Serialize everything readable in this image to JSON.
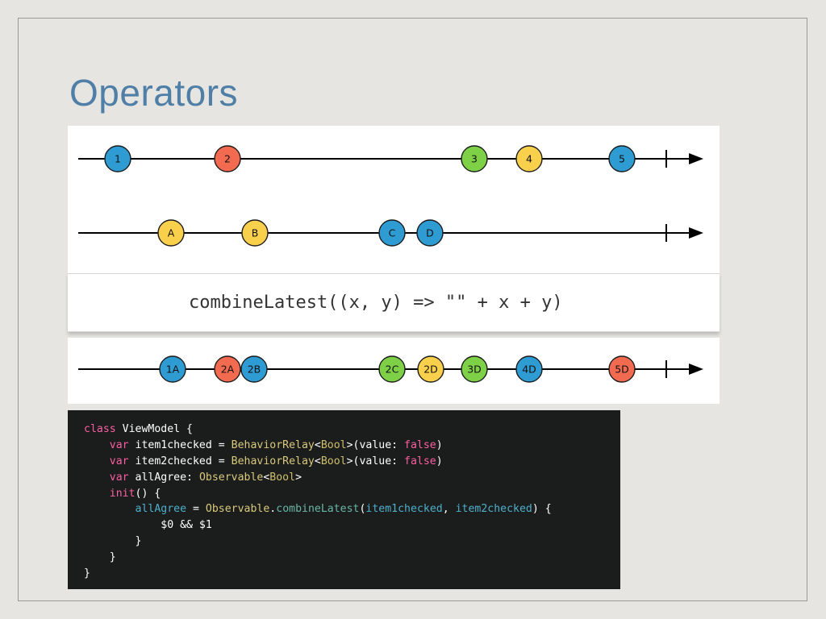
{
  "title": "Operators",
  "diagram": {
    "colors": {
      "blue": "#2e9bd2",
      "red": "#f26b50",
      "green": "#7ed047",
      "yellow": "#f9d04c",
      "line": "#000000"
    },
    "streams": [
      {
        "id": "source-numbers",
        "events": [
          {
            "label": "1",
            "color": "blue"
          },
          {
            "label": "2",
            "color": "red"
          },
          {
            "label": "3",
            "color": "green"
          },
          {
            "label": "4",
            "color": "yellow"
          },
          {
            "label": "5",
            "color": "blue"
          }
        ]
      },
      {
        "id": "source-letters",
        "events": [
          {
            "label": "A",
            "color": "yellow"
          },
          {
            "label": "B",
            "color": "yellow"
          },
          {
            "label": "C",
            "color": "blue"
          },
          {
            "label": "D",
            "color": "blue"
          }
        ]
      },
      {
        "id": "result",
        "events": [
          {
            "label": "1A",
            "color": "blue"
          },
          {
            "label": "2A",
            "color": "red"
          },
          {
            "label": "2B",
            "color": "blue"
          },
          {
            "label": "2C",
            "color": "green"
          },
          {
            "label": "2D",
            "color": "yellow"
          },
          {
            "label": "3D",
            "color": "green"
          },
          {
            "label": "4D",
            "color": "blue"
          },
          {
            "label": "5D",
            "color": "red"
          }
        ]
      }
    ],
    "operator_label": "combineLatest((x, y) => \"\" + x + y)"
  },
  "code": {
    "lines": [
      [
        {
          "t": "class",
          "k": "keyword"
        },
        {
          "t": " ViewModel {",
          "k": "plain"
        }
      ],
      [
        {
          "t": "    ",
          "k": "plain"
        },
        {
          "t": "var",
          "k": "keyword"
        },
        {
          "t": " item1checked = ",
          "k": "plain"
        },
        {
          "t": "BehaviorRelay",
          "k": "class"
        },
        {
          "t": "<",
          "k": "plain"
        },
        {
          "t": "Bool",
          "k": "type"
        },
        {
          "t": ">(value: ",
          "k": "plain"
        },
        {
          "t": "false",
          "k": "literal"
        },
        {
          "t": ")",
          "k": "plain"
        }
      ],
      [
        {
          "t": "    ",
          "k": "plain"
        },
        {
          "t": "var",
          "k": "keyword"
        },
        {
          "t": " item2checked = ",
          "k": "plain"
        },
        {
          "t": "BehaviorRelay",
          "k": "class"
        },
        {
          "t": "<",
          "k": "plain"
        },
        {
          "t": "Bool",
          "k": "type"
        },
        {
          "t": ">(value: ",
          "k": "plain"
        },
        {
          "t": "false",
          "k": "literal"
        },
        {
          "t": ")",
          "k": "plain"
        }
      ],
      [
        {
          "t": "    ",
          "k": "plain"
        },
        {
          "t": "var",
          "k": "keyword"
        },
        {
          "t": " allAgree: ",
          "k": "plain"
        },
        {
          "t": "Observable",
          "k": "class"
        },
        {
          "t": "<",
          "k": "plain"
        },
        {
          "t": "Bool",
          "k": "type"
        },
        {
          "t": ">",
          "k": "plain"
        }
      ],
      [
        {
          "t": "    ",
          "k": "plain"
        },
        {
          "t": "init",
          "k": "keyword"
        },
        {
          "t": "() {",
          "k": "plain"
        }
      ],
      [
        {
          "t": "        ",
          "k": "plain"
        },
        {
          "t": "allAgree",
          "k": "prop"
        },
        {
          "t": " = ",
          "k": "plain"
        },
        {
          "t": "Observable",
          "k": "class"
        },
        {
          "t": ".",
          "k": "plain"
        },
        {
          "t": "combineLatest",
          "k": "method"
        },
        {
          "t": "(",
          "k": "plain"
        },
        {
          "t": "item1checked",
          "k": "prop"
        },
        {
          "t": ", ",
          "k": "plain"
        },
        {
          "t": "item2checked",
          "k": "prop"
        },
        {
          "t": ") {",
          "k": "plain"
        }
      ],
      [
        {
          "t": "            $0 && $1",
          "k": "plain"
        }
      ],
      [
        {
          "t": "        }",
          "k": "plain"
        }
      ],
      [
        {
          "t": "    }",
          "k": "plain"
        }
      ],
      [
        {
          "t": "}",
          "k": "plain"
        }
      ]
    ]
  }
}
